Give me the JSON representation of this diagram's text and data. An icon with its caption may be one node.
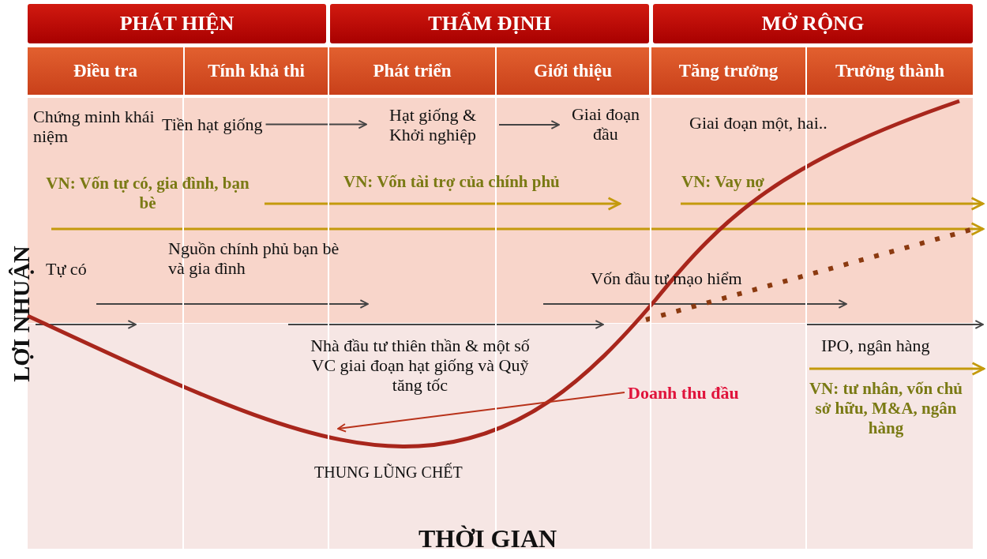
{
  "diagram": {
    "nodes": [
      {
        "text": [
          "PHÁT HIỆN"
        ]
      },
      {
        "text": [
          "THẨM ĐỊNH"
        ]
      },
      {
        "text": [
          "MỞ RỘNG"
        ]
      },
      {
        "text": [
          "Điều tra"
        ]
      },
      {
        "text": [
          "Tính khả thi"
        ]
      },
      {
        "text": [
          "Phát triển"
        ]
      },
      {
        "text": [
          "Giới thiệu"
        ]
      },
      {
        "text": [
          "Tăng trưởng"
        ]
      },
      {
        "text": [
          "Trưởng thành"
        ]
      },
      {
        "text": [
          "Tiền hạt giống"
        ]
      },
      {
        "text": [
          "Hạt giống & Khởi nghiệp"
        ]
      },
      {
        "text": [
          "Giai đoạn đầu"
        ]
      },
      {
        "text": [
          "Doanh thu đầu"
        ]
      }
    ],
    "edges": [
      {
        "from": 9,
        "to": 10,
        "arrow": "to"
      },
      {
        "from": 10,
        "to": 11,
        "arrow": "to"
      },
      {
        "from": 12,
        "to": null,
        "arrow": "to",
        "color": "#b8321a"
      }
    ],
    "labels": [
      "Chứng minh khái niệm",
      "Giai đoạn một, hai..",
      "VN: Vốn tự có, gia đình, bạn bè",
      "VN: Vốn tài trợ của chính phủ",
      "VN: Vay nợ",
      "Tự có",
      "Nguồn chính phủ bạn bè và gia đình",
      "Vốn đầu tư mạo hiểm",
      "Nhà đầu tư thiên thần & một số VC giai đoạn hạt giống và Quỹ tăng tốc",
      "IPO, ngân hàng",
      "VN: tư nhân, vốn chủ sở hữu, M&A, ngân hàng",
      "THUNG LŨNG CHẾT",
      "LỢI NHUẬN",
      "THỜI GIAN"
    ]
  }
}
